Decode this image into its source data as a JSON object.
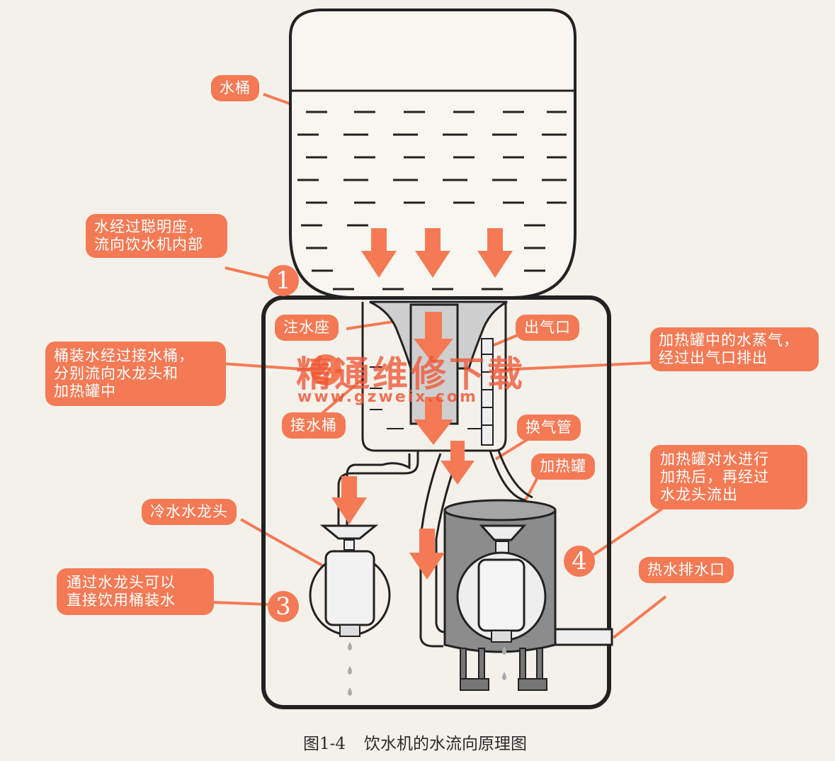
{
  "labels": {
    "bucket": "水桶",
    "step1_desc": [
      "水经过聪明座，",
      "流向饮水机内部"
    ],
    "seat": "注水座",
    "step2_desc": [
      "桶装水经过接水桶，",
      "分别流向水龙头和",
      "加热罐中"
    ],
    "receiver": "接水桶",
    "vent": "出气口",
    "steam_desc": [
      "加热罐中的水蒸气，",
      "经过出气口排出"
    ],
    "vent_tube": "换气管",
    "heater": "加热罐",
    "step4_desc": [
      "加热罐对水进行",
      "加热后，再经过",
      "水龙头流出"
    ],
    "cold_tap": "冷水水龙头",
    "step3_desc": [
      "通过水龙头可以",
      "直接饮用桶装水"
    ],
    "hot_drain": "热水排水口"
  },
  "numbers": {
    "n1": "1",
    "n2": "2",
    "n3": "3",
    "n4": "4"
  },
  "watermark": {
    "title": "精通维修下载",
    "url": "www.gzweix.com"
  },
  "caption": {
    "figure": "图1-4",
    "text": "饮水机的水流向原理图"
  },
  "colors": {
    "accent": "#f47a55",
    "outline": "#2a2a2a",
    "tank": "#8c8c8c",
    "paper": "#f4f1ea"
  }
}
